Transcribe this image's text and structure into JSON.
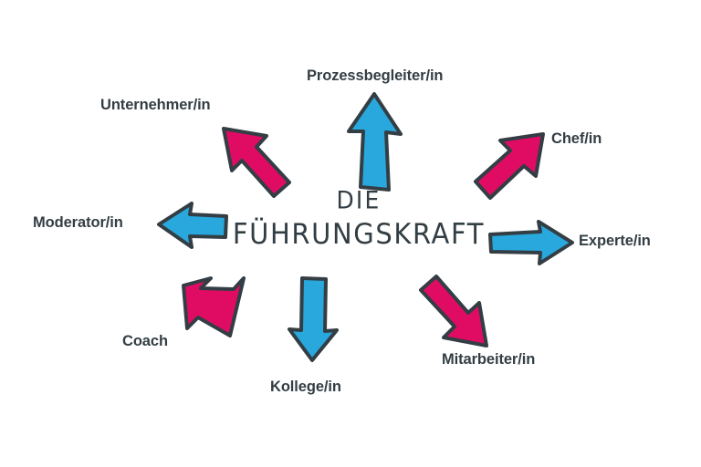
{
  "diagram": {
    "title_line1": "DIE",
    "title_line2": "FÜHRUNGSKRAFT",
    "background_color": "#ffffff",
    "text_color": "#333e44",
    "colors": {
      "cyan": "#29a8dd",
      "pink": "#e00c63",
      "outline": "#333e44"
    }
  },
  "labels": {
    "prozessbegleiter": "Prozessbegleiter/in",
    "unternehmer": "Unternehmer/in",
    "chef": "Chef/in",
    "experte": "Experte/in",
    "mitarbeiter": "Mitarbeiter/in",
    "kollege": "Kollege/in",
    "coach": "Coach",
    "moderator": "Moderator/in"
  },
  "chart_data": {
    "type": "diagram",
    "title": "DIE FÜHRUNGSKRAFT",
    "center": "DIE FÜHRUNGSKRAFT",
    "layout": "radial",
    "nodes": [
      {
        "label": "Prozessbegleiter/in",
        "direction": "up",
        "arrow_color": "#29a8dd",
        "angle_deg": 90
      },
      {
        "label": "Unternehmer/in",
        "direction": "up-left",
        "arrow_color": "#e00c63",
        "angle_deg": 135
      },
      {
        "label": "Chef/in",
        "direction": "up-right",
        "arrow_color": "#e00c63",
        "angle_deg": 45
      },
      {
        "label": "Experte/in",
        "direction": "right",
        "arrow_color": "#29a8dd",
        "angle_deg": 0
      },
      {
        "label": "Mitarbeiter/in",
        "direction": "down-right",
        "arrow_color": "#e00c63",
        "angle_deg": 315
      },
      {
        "label": "Kollege/in",
        "direction": "down",
        "arrow_color": "#29a8dd",
        "angle_deg": 270
      },
      {
        "label": "Coach",
        "direction": "down-left",
        "arrow_color": "#e00c63",
        "angle_deg": 225
      },
      {
        "label": "Moderator/in",
        "direction": "left",
        "arrow_color": "#29a8dd",
        "angle_deg": 180
      }
    ],
    "legend": [],
    "annotations": []
  }
}
